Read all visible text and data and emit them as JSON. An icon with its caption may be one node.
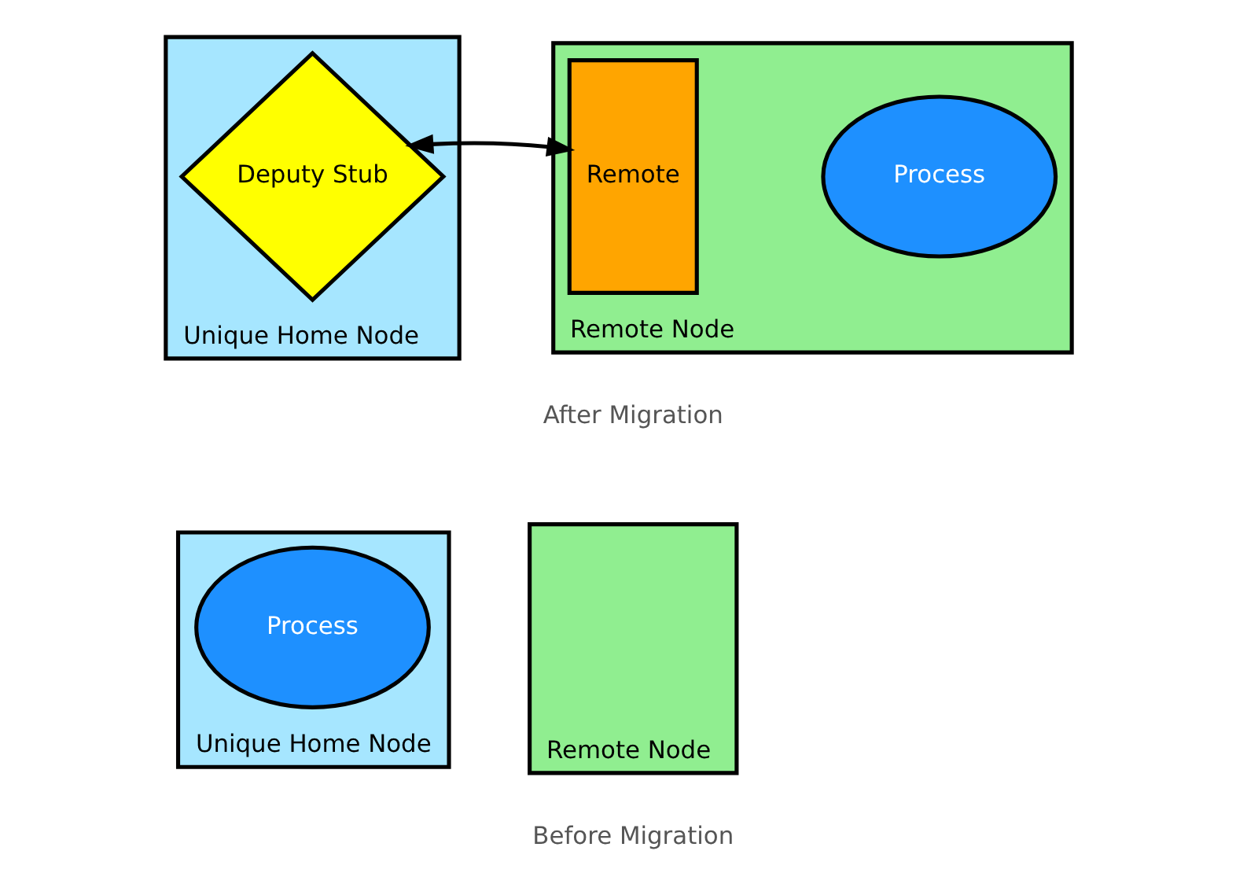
{
  "diagram": {
    "nodes": [
      {
        "text": [
          "Unique Home Node"
        ]
      },
      {
        "text": [
          "Process"
        ],
        "in": 0
      },
      {
        "text": [
          "Remote Node"
        ]
      },
      {
        "text": [
          "Unique Home Node"
        ]
      },
      {
        "text": [
          "Deputy Stub"
        ],
        "in": 3
      },
      {
        "text": [
          "Remote Node"
        ]
      },
      {
        "text": [
          "Remote"
        ],
        "in": 5
      },
      {
        "text": [
          "Process"
        ],
        "in": 5
      }
    ],
    "edges": [
      {
        "from": 4,
        "to": 6,
        "arrow": "both"
      }
    ],
    "labels": [
      "Before Migration",
      "After Migration"
    ]
  }
}
